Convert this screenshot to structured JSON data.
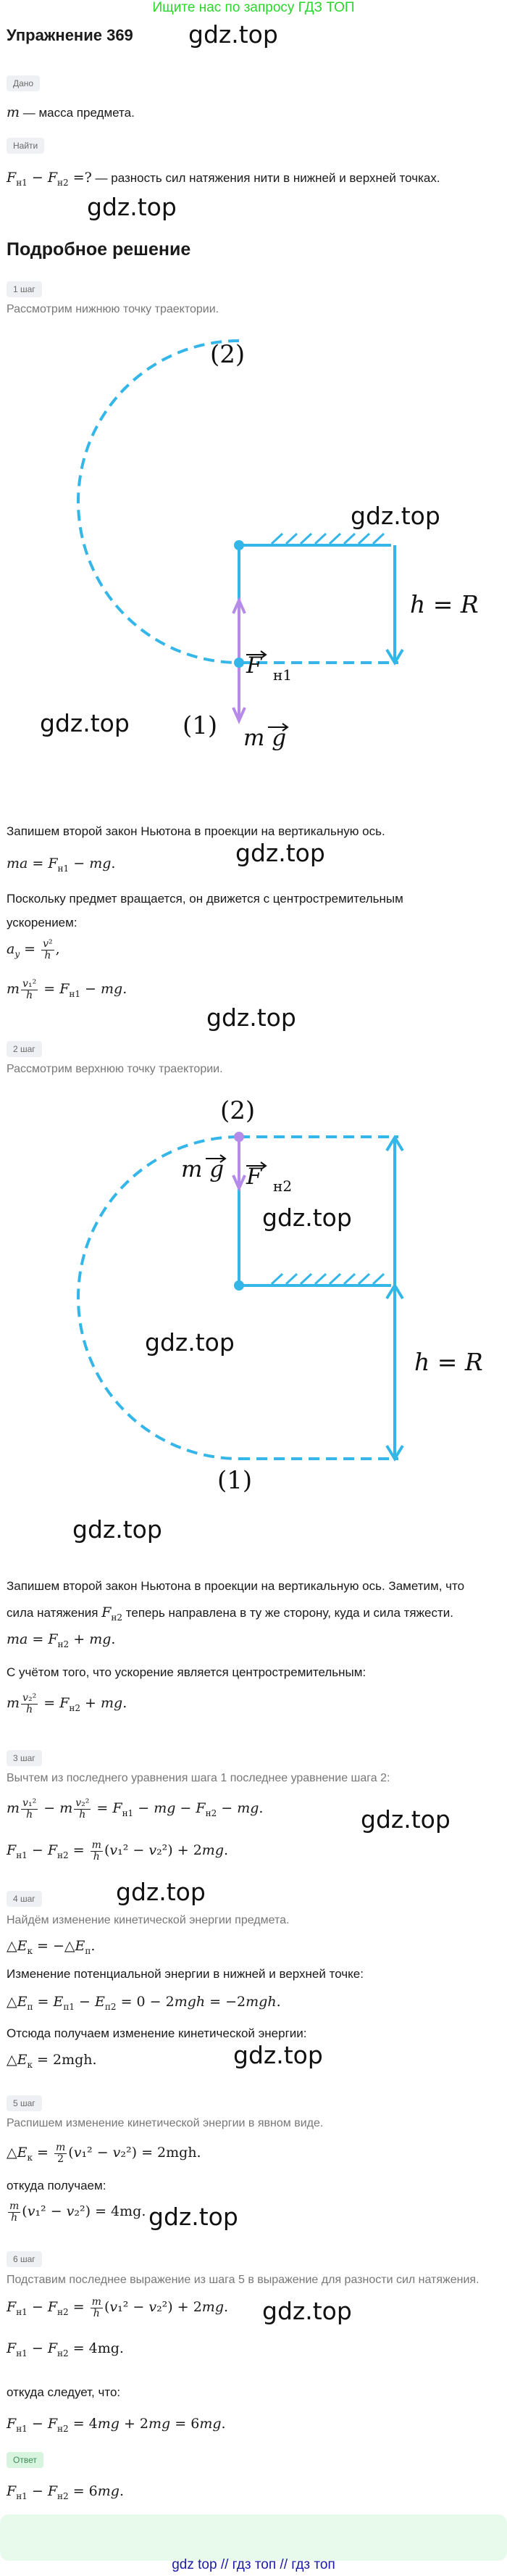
{
  "promo": "Ищите нас по запросу ГДЗ ТОП",
  "watermark": "gdz.top",
  "title": "Упражнение 369",
  "labels": {
    "given": "Дано",
    "find": "Найти",
    "answer": "Ответ"
  },
  "given": "— масса предмета.",
  "find": "— разность сил натяжения нити в нижней и верхней точках.",
  "solution_title": "Подробное решение",
  "steps": [
    {
      "label": "1 шаг",
      "text": "Рассмотрим нижнюю точку траектории."
    },
    {
      "label": "2 шаг",
      "text": "Рассмотрим верхнюю точку траектории."
    },
    {
      "label": "3 шаг",
      "text": "Вычтем из последнего уравнения шага 1 последнее уравнение шага 2:"
    },
    {
      "label": "4 шаг",
      "text": "Найдём изменение кинетической энергии предмета."
    },
    {
      "label": "5 шаг",
      "text": "Распишем изменение кинетической энергии в явном виде."
    },
    {
      "label": "6 шаг",
      "text": "Подставим последнее выражение из шага 5 в выражение для разности сил натяжения."
    }
  ],
  "texts": {
    "newton1": "Запишем второй закон Ньютона в проекции на вертикальную ось.",
    "rotates": "Поскольку предмет вращается, он движется с центростремительным",
    "accel": "ускорением:",
    "newton2a": "Запишем второй закон Ньютона в проекции на вертикальную ось. Заметим, что",
    "newton2b_pre": "сила натяжения",
    "newton2b_post": "теперь направлена в ту же сторону, куда и сила тяжести.",
    "centripetal": "С учётом того, что ускорение является центростремительным:",
    "potential": "Изменение потенциальной энергии в нижней и верхней точке:",
    "kinetic": "Отсюда получаем изменение кинетической энергии:",
    "whence": "откуда получаем:",
    "follows": "откуда следует, что:"
  },
  "diagram1": {
    "top": "(2)",
    "bottom": "(1)",
    "h": "h = R",
    "mg": "m g",
    "F": "F",
    "F_sub": "н1"
  },
  "diagram2": {
    "top": "(2)",
    "bottom": "(1)",
    "h": "h = R",
    "mg": "m g",
    "F": "F",
    "F_sub": "н2"
  },
  "footer": "gdz top // гдз топ // гдз топ",
  "colors": {
    "promo": "#2bd52b",
    "diagram": "#35b6e8",
    "force": "#b58ae8",
    "answer_bg": "#e8faec",
    "footer": "#1a1aa8"
  }
}
